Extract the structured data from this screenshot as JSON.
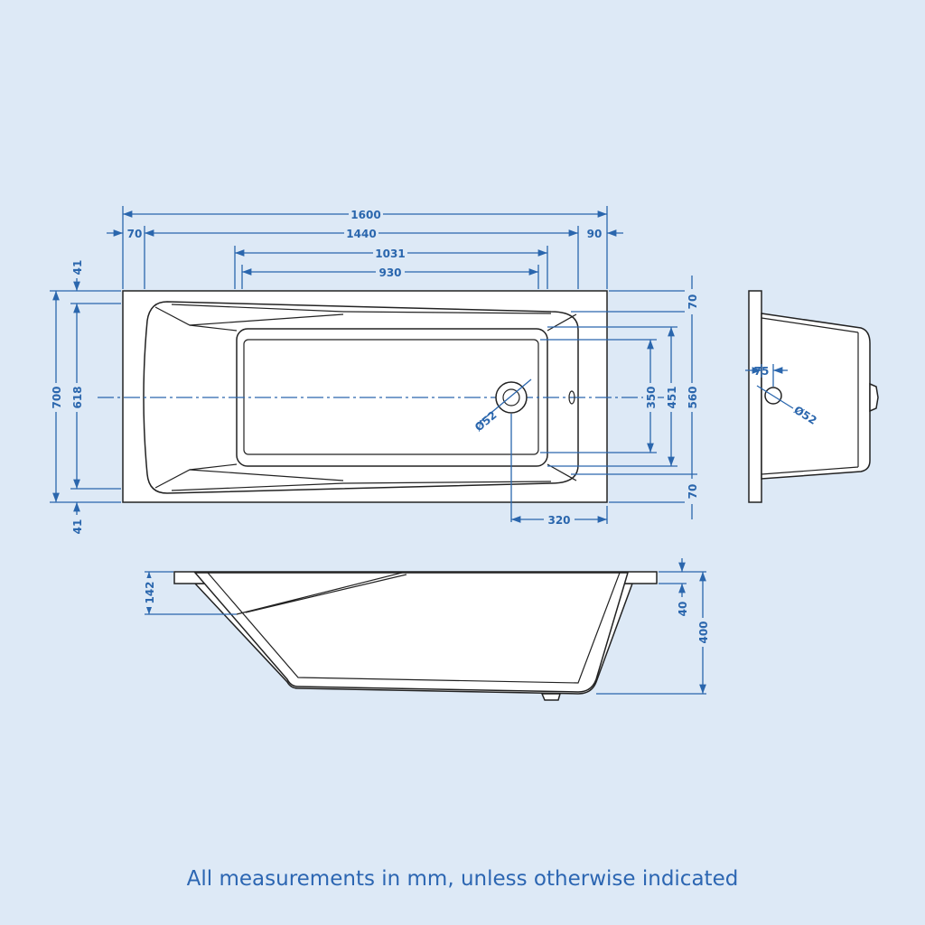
{
  "dimensions": {
    "length_total": "1600",
    "left_rim": "70",
    "inner_length": "1440",
    "right_rim": "90",
    "floor_outer_length": "1031",
    "floor_inner_length": "930",
    "width_total": "700",
    "inner_width": "618",
    "rim_top": "41",
    "rim_bottom": "41",
    "right_top": "70",
    "right_mid": "560",
    "right_bottom": "70",
    "floor_outer_width": "451",
    "floor_inner_width": "350",
    "waste_offset": "320",
    "waste_diameter": "Ø52",
    "side_waste_diameter": "Ø52",
    "side_offset": "75",
    "headrest_height": "142",
    "rim_height": "40",
    "total_height": "400"
  },
  "colors": {
    "background": "#dde9f6",
    "dimension": "#2a66ad"
  },
  "footer": "All measurements in mm, unless otherwise indicated"
}
